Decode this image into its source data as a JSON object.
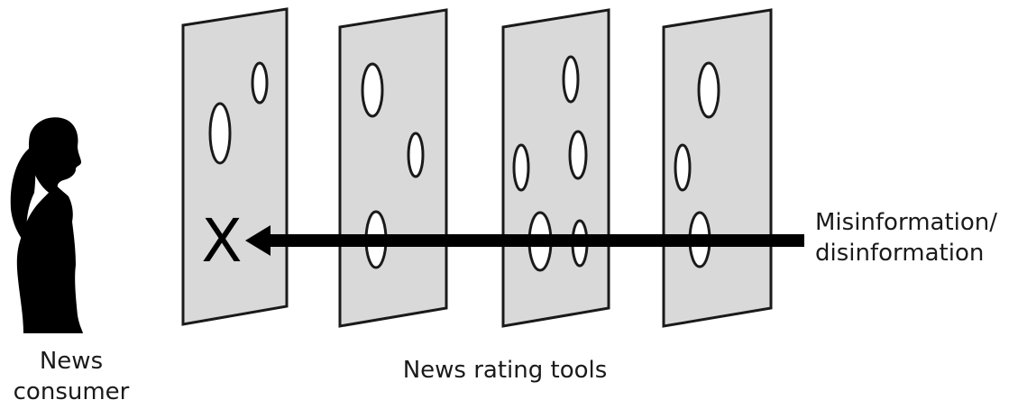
{
  "labels": {
    "consumer_line1": "News",
    "consumer_line2": "consumer",
    "tools": "News rating tools",
    "threat_line1": "Misinformation/",
    "threat_line2": "disinformation",
    "blocked_mark": "X"
  },
  "colors": {
    "panel_fill": "#d9d9d9",
    "panel_stroke": "#1a1a1a",
    "arrow": "#000000",
    "silhouette": "#000000"
  },
  "icons": {
    "consumer": "person-silhouette-icon",
    "blocked": "x-mark"
  }
}
